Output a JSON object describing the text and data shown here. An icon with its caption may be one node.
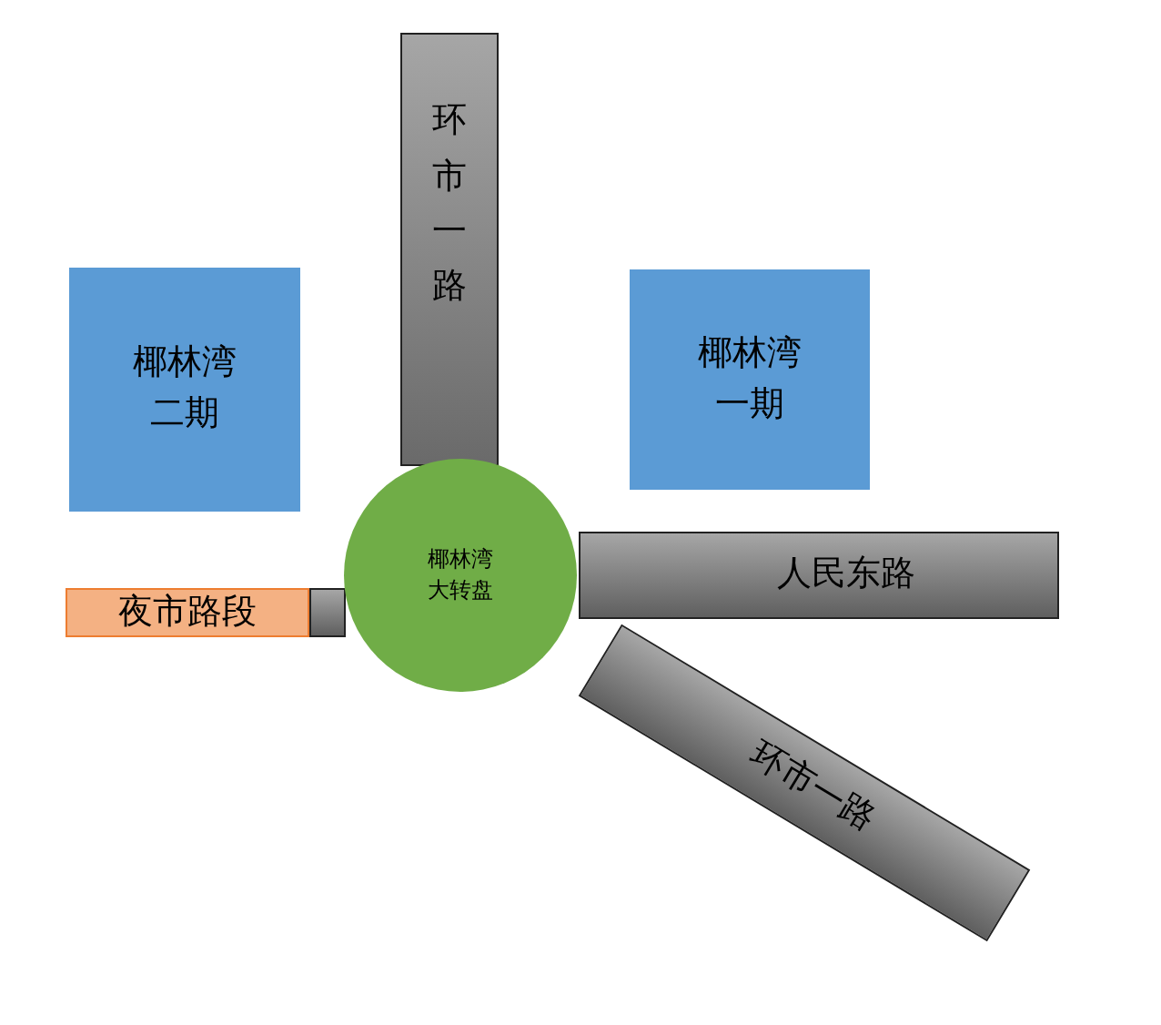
{
  "diagram": {
    "nodes": [
      {
        "text": [
          "环市一路"
        ]
      },
      {
        "text": [
          "椰林湾二期"
        ]
      },
      {
        "text": [
          "椰林湾一期"
        ]
      },
      {
        "text": [
          "椰林湾大转盘"
        ]
      },
      {
        "text": [
          "人民东路"
        ]
      },
      {
        "text": [
          "夜市路段"
        ]
      },
      {
        "text": [],
        "shape": "bar"
      },
      {
        "text": [
          "环市一路"
        ]
      }
    ]
  }
}
